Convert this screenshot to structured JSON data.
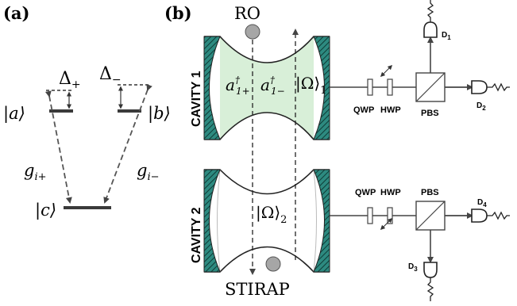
{
  "panels": {
    "a": "(a)",
    "b": "(b)"
  },
  "level_diagram": {
    "detuning_plus": "Δ",
    "detuning_plus_sub": "+",
    "detuning_minus": "Δ",
    "detuning_minus_sub": "−",
    "state_a": "|a⟩",
    "state_b": "|b⟩",
    "state_c": "|c⟩",
    "coupling_plus": "g",
    "coupling_plus_sub": "i+",
    "coupling_minus": "g",
    "coupling_minus_sub": "i−"
  },
  "setup": {
    "ro_label": "RO",
    "stirap_label": "STIRAP",
    "cavity1_label": "CAVITY 1",
    "cavity2_label": "CAVITY 2",
    "op1_base": "a",
    "op1_sup": "†",
    "op1_sub": "1+",
    "op2_base": "a",
    "op2_sup": "†",
    "op2_sub": "1−",
    "omega1_ket": "|Ω⟩",
    "omega1_sub": "1",
    "omega2_ket": "|Ω⟩",
    "omega2_sub": "2",
    "qwp_top": "QWP",
    "hwp_top": "HWP",
    "pbs_top": "PBS",
    "qwp_bottom": "QWP",
    "hwp_bottom": "HWP",
    "pbs_bottom": "PBS",
    "det1": "D",
    "det1_sub": "1",
    "det2": "D",
    "det2_sub": "2",
    "det3": "D",
    "det3_sub": "3",
    "det4": "D",
    "det4_sub": "4"
  },
  "colors": {
    "cavity_fill": "#d8efd8",
    "mirror_fill": "#2d8a80",
    "level_line": "#3a3a3a",
    "atom_fill": "#a6a6a6"
  }
}
